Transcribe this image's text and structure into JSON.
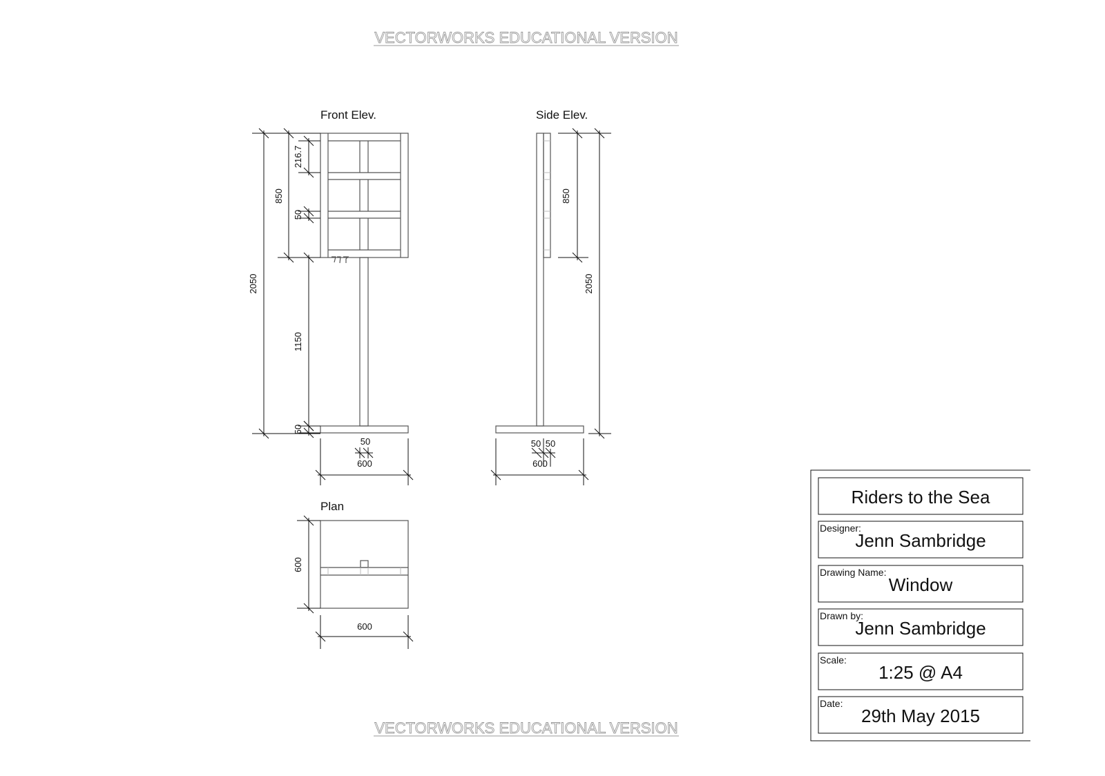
{
  "watermark": "VECTORWORKS EDUCATIONAL VERSION",
  "views": {
    "front": {
      "title": "Front Elev.",
      "dims": {
        "overall": "2050",
        "window": "850",
        "pane": "216.7",
        "rail": "50",
        "post": "1150",
        "base": "50",
        "width": "600",
        "post_width": "50"
      }
    },
    "side": {
      "title": "Side Elev.",
      "dims": {
        "window": "850",
        "overall": "2050",
        "left": "50",
        "right": "50",
        "width": "600"
      }
    },
    "plan": {
      "title": "Plan",
      "dims": {
        "depth": "600",
        "width": "600"
      }
    }
  },
  "title_block": {
    "project": "Riders to the Sea",
    "fields": [
      {
        "label": "Designer:",
        "value": "Jenn Sambridge"
      },
      {
        "label": "Drawing Name:",
        "value": "Window"
      },
      {
        "label": "Drawn by:",
        "value": "Jenn Sambridge"
      },
      {
        "label": "Scale:",
        "value": "1:25 @ A4"
      },
      {
        "label": "Date:",
        "value": "29th May 2015"
      }
    ]
  }
}
